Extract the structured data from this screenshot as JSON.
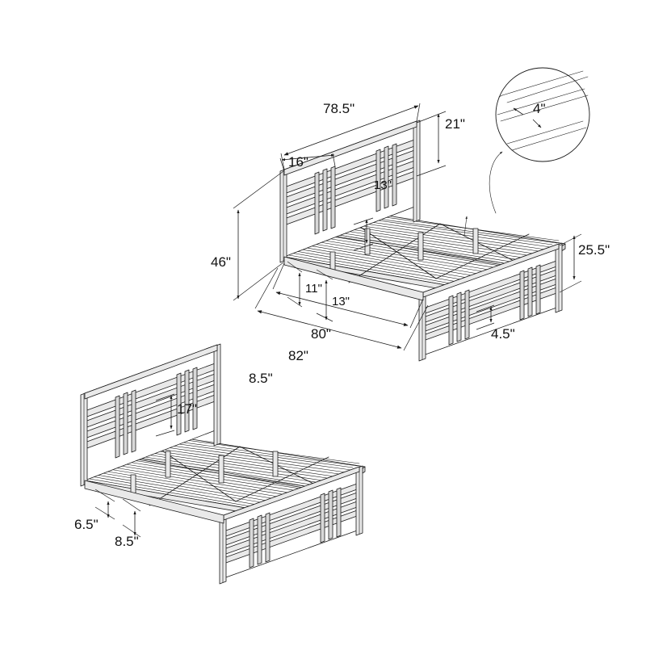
{
  "diagram": {
    "title": "Metal platform bed frame dimension drawing",
    "background_color": "#ffffff",
    "line_color": "#1a1a1a",
    "unit": "inch",
    "unit_symbol": "\""
  },
  "views": [
    {
      "id": "upper-view",
      "name": "upper-bed-assembly",
      "description": "Isometric view of bed frame from headboard side"
    },
    {
      "id": "lower-view",
      "name": "lower-bed-assembly",
      "description": "Isometric view of bed frame showing platform and footboard"
    },
    {
      "id": "detail-callout",
      "name": "slat-spacing-detail",
      "description": "Magnified circular detail of mattress slat spacing"
    }
  ],
  "dimensions": {
    "upper": [
      {
        "name": "headboard-width",
        "label": "78.5\"",
        "value": 78.5
      },
      {
        "name": "headboard-top-band",
        "label": "21\"",
        "value": 21
      },
      {
        "name": "headboard-slat-group",
        "label": "16\"",
        "value": 16
      },
      {
        "name": "headboard-lower-band",
        "label": "13\"",
        "value": 13
      },
      {
        "name": "overall-headboard-height",
        "label": "46\"",
        "value": 46
      },
      {
        "name": "deck-clearance",
        "label": "11\"",
        "value": 11
      },
      {
        "name": "deck-height",
        "label": "13\"",
        "value": 13
      },
      {
        "name": "mattress-length",
        "label": "80\"",
        "value": 80
      },
      {
        "name": "overall-length",
        "label": "82\"",
        "value": 82
      },
      {
        "name": "leg-offset",
        "label": "8.5\"",
        "value": 8.5
      },
      {
        "name": "footboard-height",
        "label": "25.5\"",
        "value": 25.5
      },
      {
        "name": "footboard-lower-band",
        "label": "4.5\"",
        "value": 4.5
      }
    ],
    "lower": [
      {
        "name": "headboard-clearance",
        "label": "17\"",
        "value": 17
      },
      {
        "name": "frame-rail-height",
        "label": "6.5\"",
        "value": 6.5
      },
      {
        "name": "deck-offset",
        "label": "8.5\"",
        "value": 8.5
      }
    ],
    "detail": [
      {
        "name": "slat-spacing",
        "label": "4\"",
        "value": 4
      }
    ]
  }
}
